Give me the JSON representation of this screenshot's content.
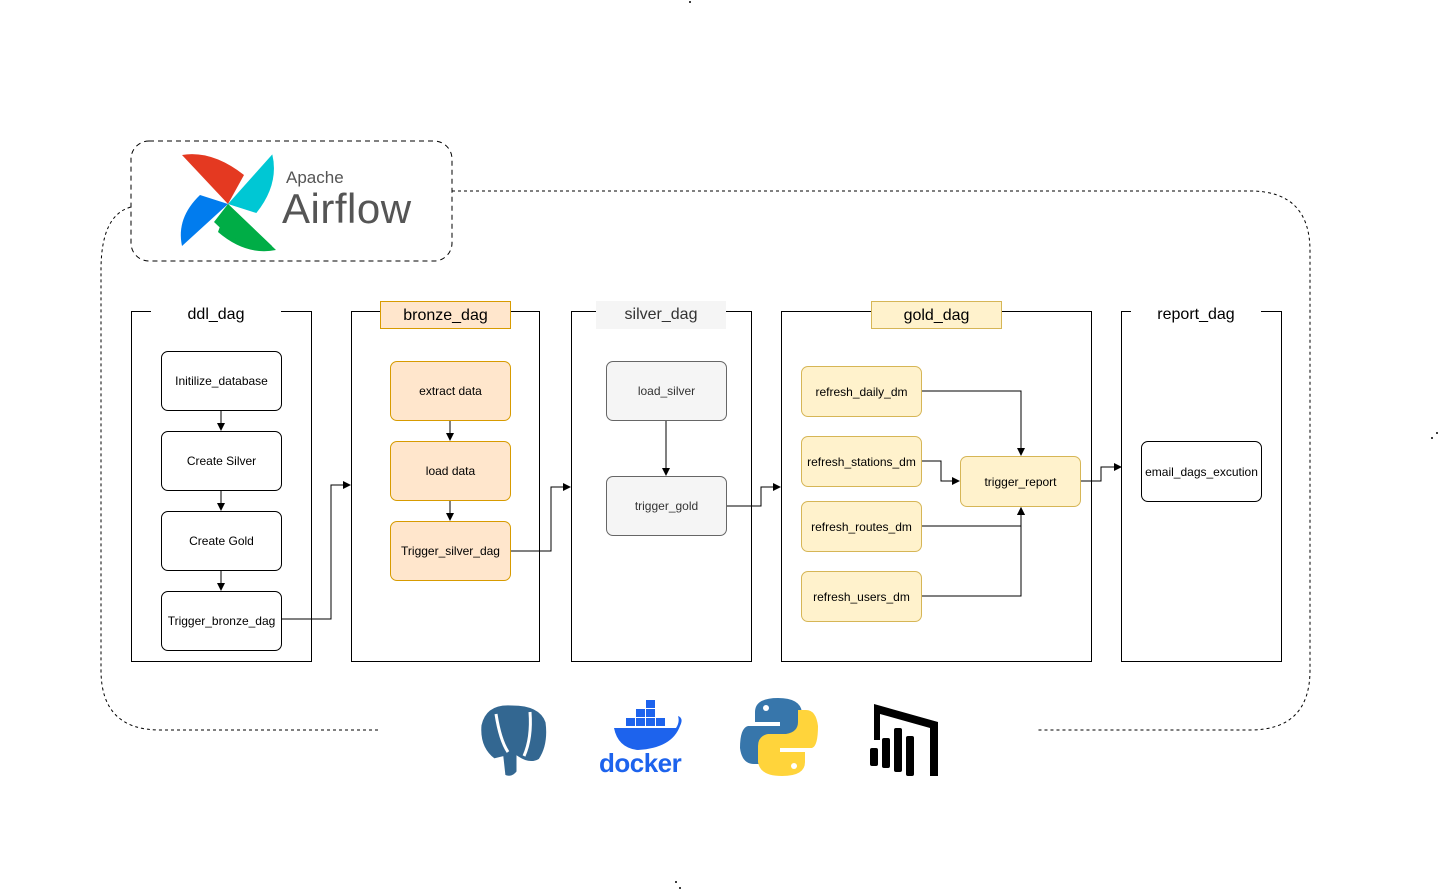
{
  "airflow_logo": {
    "small": "Apache",
    "big": "Airflow"
  },
  "dags": {
    "ddl": {
      "title": "ddl_dag",
      "tasks": [
        "Initilize_database",
        "Create Silver",
        "Create Gold",
        "Trigger_bronze_dag"
      ]
    },
    "bronze": {
      "title": "bronze_dag",
      "tasks": [
        "extract data",
        "load data",
        "Trigger_silver_dag"
      ]
    },
    "silver": {
      "title": "silver_dag",
      "tasks": [
        "load_silver",
        "trigger_gold"
      ]
    },
    "gold": {
      "title": "gold_dag",
      "tasks": [
        "refresh_daily_dm",
        "refresh_stations_dm",
        "refresh_routes_dm",
        "refresh_users_dm",
        "trigger_report"
      ]
    },
    "report": {
      "title": "report_dag",
      "tasks": [
        "email_dags_excution"
      ]
    }
  },
  "tech_logos": {
    "docker": "docker"
  },
  "colors": {
    "bronze_fill": "#ffe6cc",
    "bronze_stroke": "#d79b00",
    "silver_fill": "#f5f5f5",
    "silver_stroke": "#666666",
    "gold_fill": "#fff2cc",
    "gold_stroke": "#d6b656",
    "postgres_blue": "#336791",
    "docker_blue": "#1d63ed",
    "python_blue": "#3776ab",
    "python_yellow": "#ffd43b"
  }
}
